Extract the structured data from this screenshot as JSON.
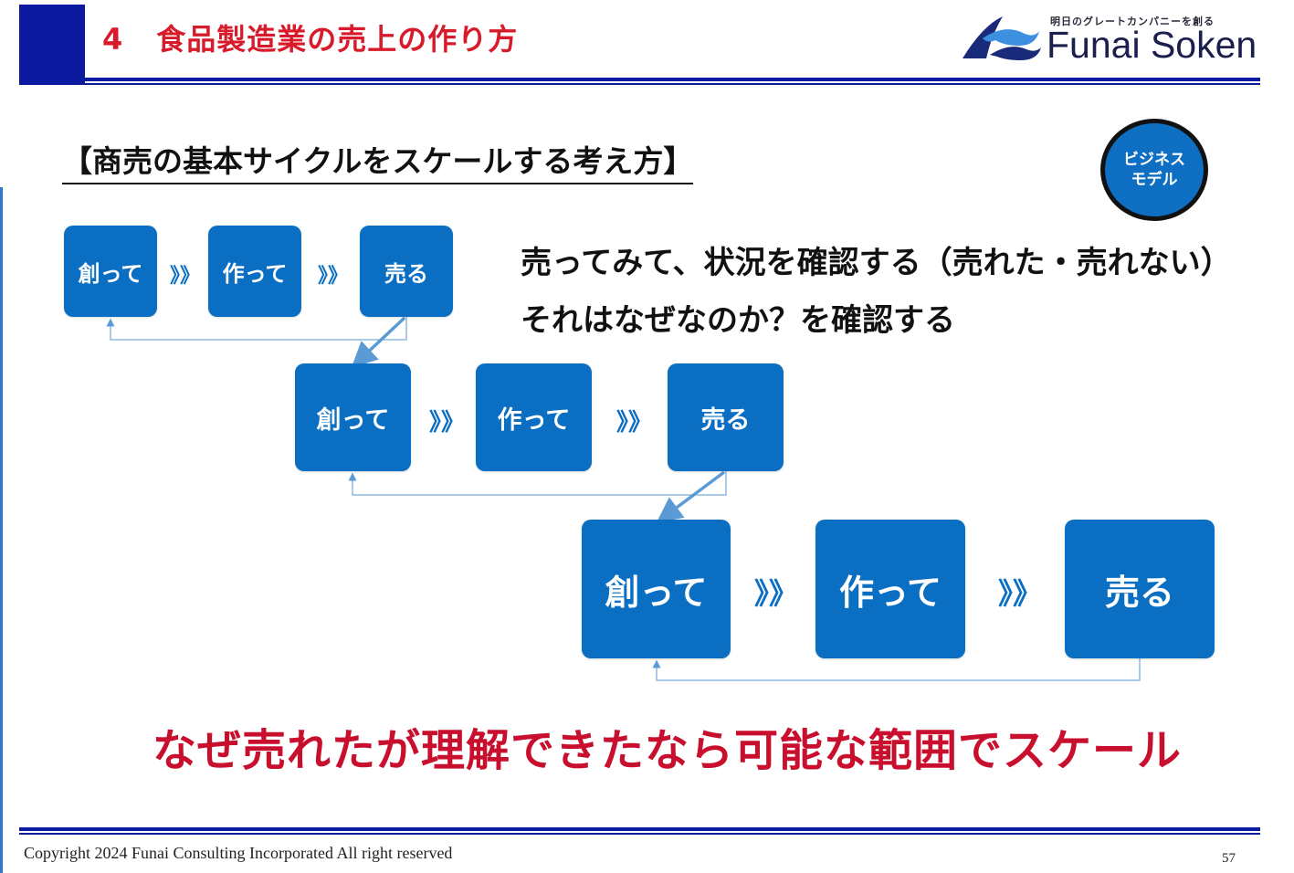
{
  "header": {
    "section_number": "4",
    "title": "食品製造業の売上の作り方"
  },
  "logo": {
    "tagline": "明日のグレートカンパニーを創る",
    "name": "Funai Soken",
    "icon": "funai-soken-wave-logo-icon",
    "colors": {
      "navy": "#1a2a7a",
      "light_blue": "#3d8fe0"
    }
  },
  "section_heading": "【商売の基本サイクルをスケールする考え方】",
  "badge": {
    "label": "ビジネス\nモデル"
  },
  "notes": {
    "line1": "売ってみて、状況を確認する（売れた・売れない）",
    "line2": "それはなぜなのか？を確認する"
  },
  "cycles": [
    {
      "steps": [
        "創って",
        "作って",
        "売る"
      ],
      "separator": "》》"
    },
    {
      "steps": [
        "創って",
        "作って",
        "売る"
      ],
      "separator": "》》"
    },
    {
      "steps": [
        "創って",
        "作って",
        "売る"
      ],
      "separator": "》》"
    }
  ],
  "conclusion": "なぜ売れたが理解できたなら可能な範囲でスケール",
  "footer": {
    "copyright": "Copyright 2024 Funai Consulting Incorporated All right reserved",
    "page_number": "57"
  },
  "colors": {
    "header_navy": "#0c1aa0",
    "title_red": "#d81b2a",
    "step_blue": "#0a6fc2",
    "conclusion_red": "#c8102e",
    "connector_blue": "#8fb8e0",
    "arrow_blue": "#5b9bd5"
  }
}
